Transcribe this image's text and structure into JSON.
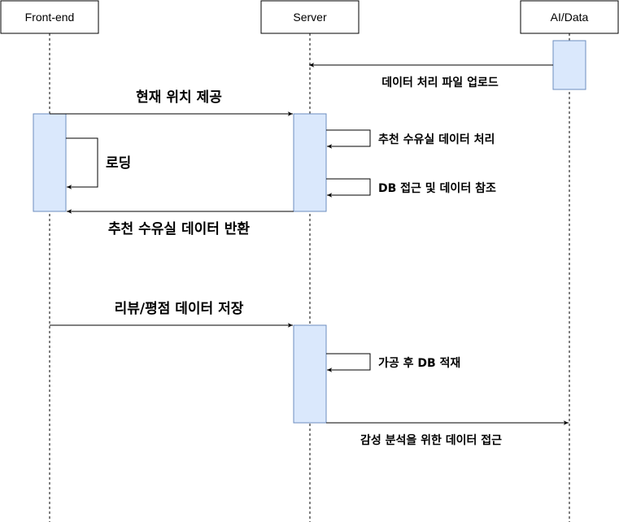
{
  "participants": {
    "frontend": "Front-end",
    "server": "Server",
    "aidata": "AI/Data"
  },
  "messages": {
    "upload": "데이터 처리 파일 업로드",
    "provide_location": "현재 위치 제공",
    "loading": "로딩",
    "process_reco": "추천 수유실 데이터 처리",
    "db_access": "DB 접근 및 데이터 참조",
    "return_reco": "추천 수유실 데이터 반환",
    "save_review": "리뷰/평점 데이터 저장",
    "process_store": "가공 후 DB 적재",
    "sentiment_access": "감성 분석을 위한 데이터 접근"
  },
  "colors": {
    "activation_fill": "#dae8fc",
    "activation_stroke": "#6c8ebf",
    "line": "#000000"
  }
}
